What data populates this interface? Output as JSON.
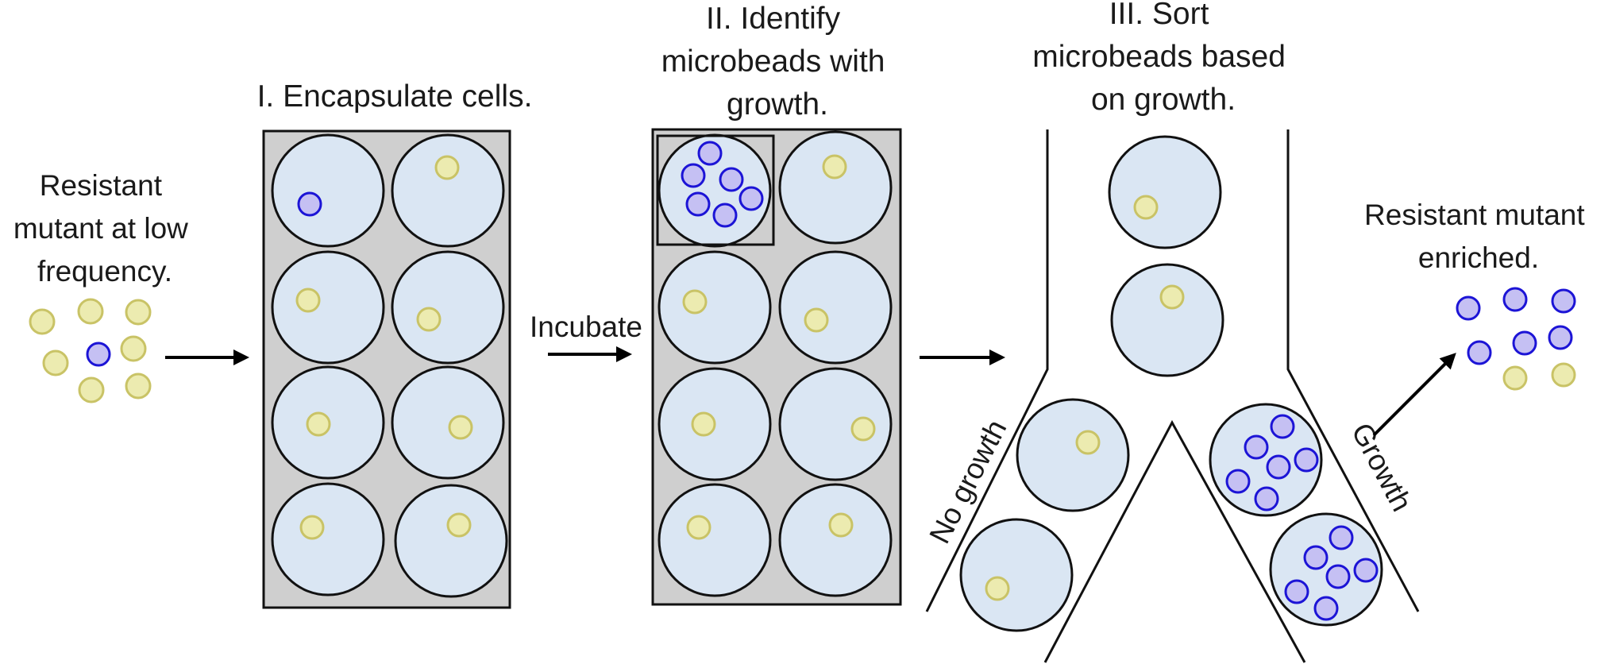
{
  "labels": {
    "input_label": "Resistant mutant at low frequency.",
    "step1": "I. Encapsulate cells.",
    "step2": "II. Identify microbeads with growth.",
    "step3": "III. Sort microbeads based on growth.",
    "incubate": "Incubate",
    "no_growth": "No growth",
    "growth": "Growth",
    "output_label": "Resistant mutant enriched."
  },
  "colors": {
    "panel": "#cfcfcf",
    "bead": "#dae6f3",
    "nonresistant_cell": "#ecebb0",
    "resistant_cell": "#c5c0f3",
    "resistant_cell_outline": "#1c14d6"
  }
}
